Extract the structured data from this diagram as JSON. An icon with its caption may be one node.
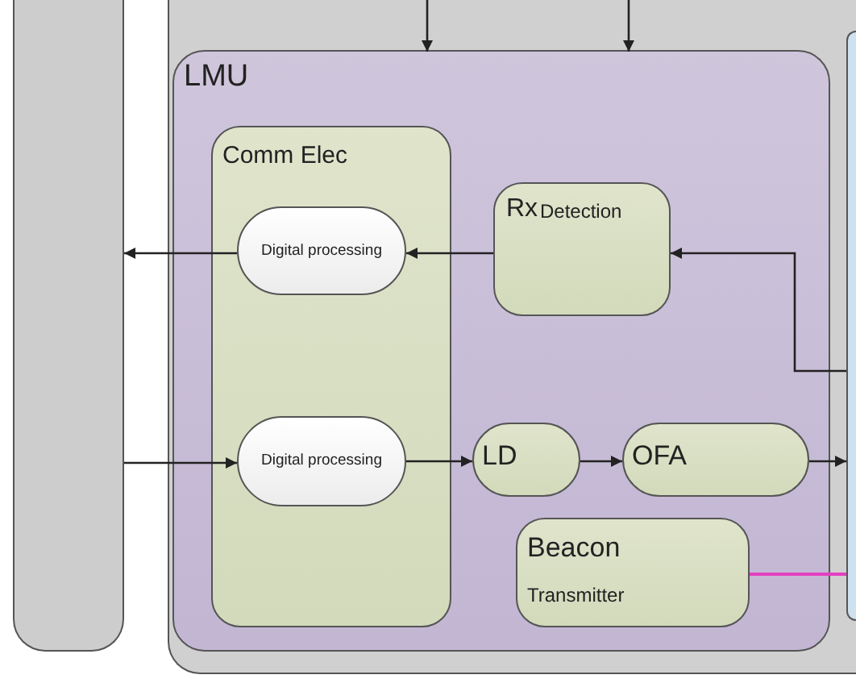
{
  "diagram": {
    "nodes": [
      {
        "text": [],
        "shape": "bar"
      },
      {
        "text": [],
        "shape": "box"
      },
      {
        "text": [
          "LMU"
        ],
        "in": 1
      },
      {
        "text": [
          "Comm Elec"
        ],
        "in": 2
      },
      {
        "text": [
          "Digital processing"
        ],
        "in": 3
      },
      {
        "text": [
          "Rx",
          "Detection"
        ],
        "in": 2
      },
      {
        "text": [
          "Digital processing"
        ],
        "in": 3
      },
      {
        "text": [
          "LD"
        ],
        "in": 2
      },
      {
        "text": [
          "OFA"
        ],
        "in": 2
      },
      {
        "text": [
          "Beacon",
          "Transmitter"
        ],
        "in": 2
      },
      {
        "text": [],
        "shape": "box",
        "in": 1
      }
    ],
    "edges": [
      {
        "from": null,
        "to": 2,
        "arrow": "to"
      },
      {
        "from": null,
        "to": 2,
        "arrow": "to"
      },
      {
        "from": 5,
        "to": 4,
        "arrow": "to"
      },
      {
        "from": 4,
        "to": 0,
        "arrow": "to"
      },
      {
        "from": 10,
        "to": 5,
        "arrow": "to"
      },
      {
        "from": 0,
        "to": 6,
        "arrow": "to"
      },
      {
        "from": 6,
        "to": 7,
        "arrow": "to"
      },
      {
        "from": 7,
        "to": 8,
        "arrow": "to"
      },
      {
        "from": 8,
        "to": 10,
        "arrow": "to"
      },
      {
        "from": 9,
        "to": 10,
        "arrow": "none",
        "color": "#e43fc0"
      }
    ]
  }
}
